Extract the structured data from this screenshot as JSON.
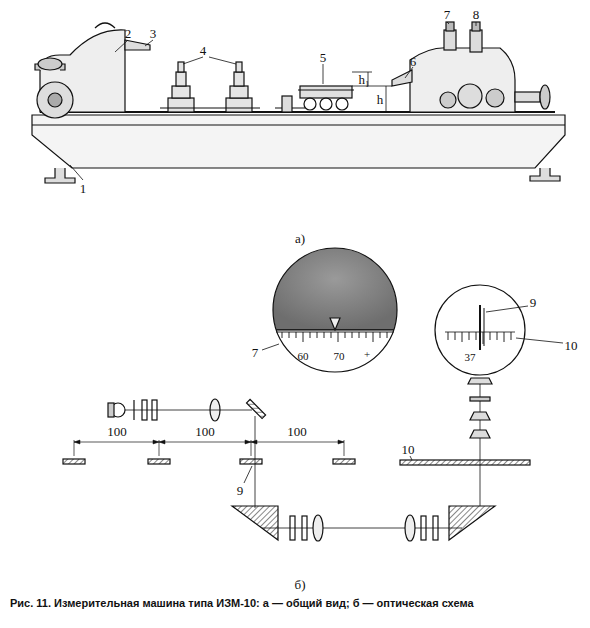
{
  "diagram": {
    "caption": "Рис. 11. Измерительная машина типа ИЗМ-10: а — общий вид; б — оптическая схема",
    "labels": [
      "1",
      "2",
      "3",
      "4",
      "5",
      "6",
      "7",
      "8",
      "h₁",
      "h",
      "а)",
      "100",
      "100",
      "100",
      "7",
      "60",
      "70",
      "+",
      "9",
      "10",
      "37",
      "10",
      "9",
      "б)"
    ]
  }
}
